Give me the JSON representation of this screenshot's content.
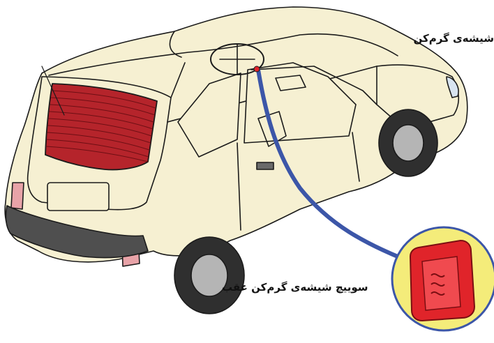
{
  "labels": {
    "rear_window_heater": "شیشه‌ی گرم‌کن",
    "rear_heater_switch": "سوییچ شیشه‌ی گرم‌کن عقب"
  },
  "colors": {
    "car_body": "#f6f0d2",
    "outline": "#1b1b1b",
    "heater_glass": "#b5242b",
    "heater_lines": "#6d0f14",
    "cable": "#3c56a8",
    "switch_red": "#e0242a",
    "callout_fill": "#f4ec7a",
    "tail_light": "#e8a3a8",
    "tire": "#4a4a4a"
  },
  "icons": [
    "car-illustration",
    "rear-window-heater-grid",
    "heater-switch-closeup"
  ]
}
